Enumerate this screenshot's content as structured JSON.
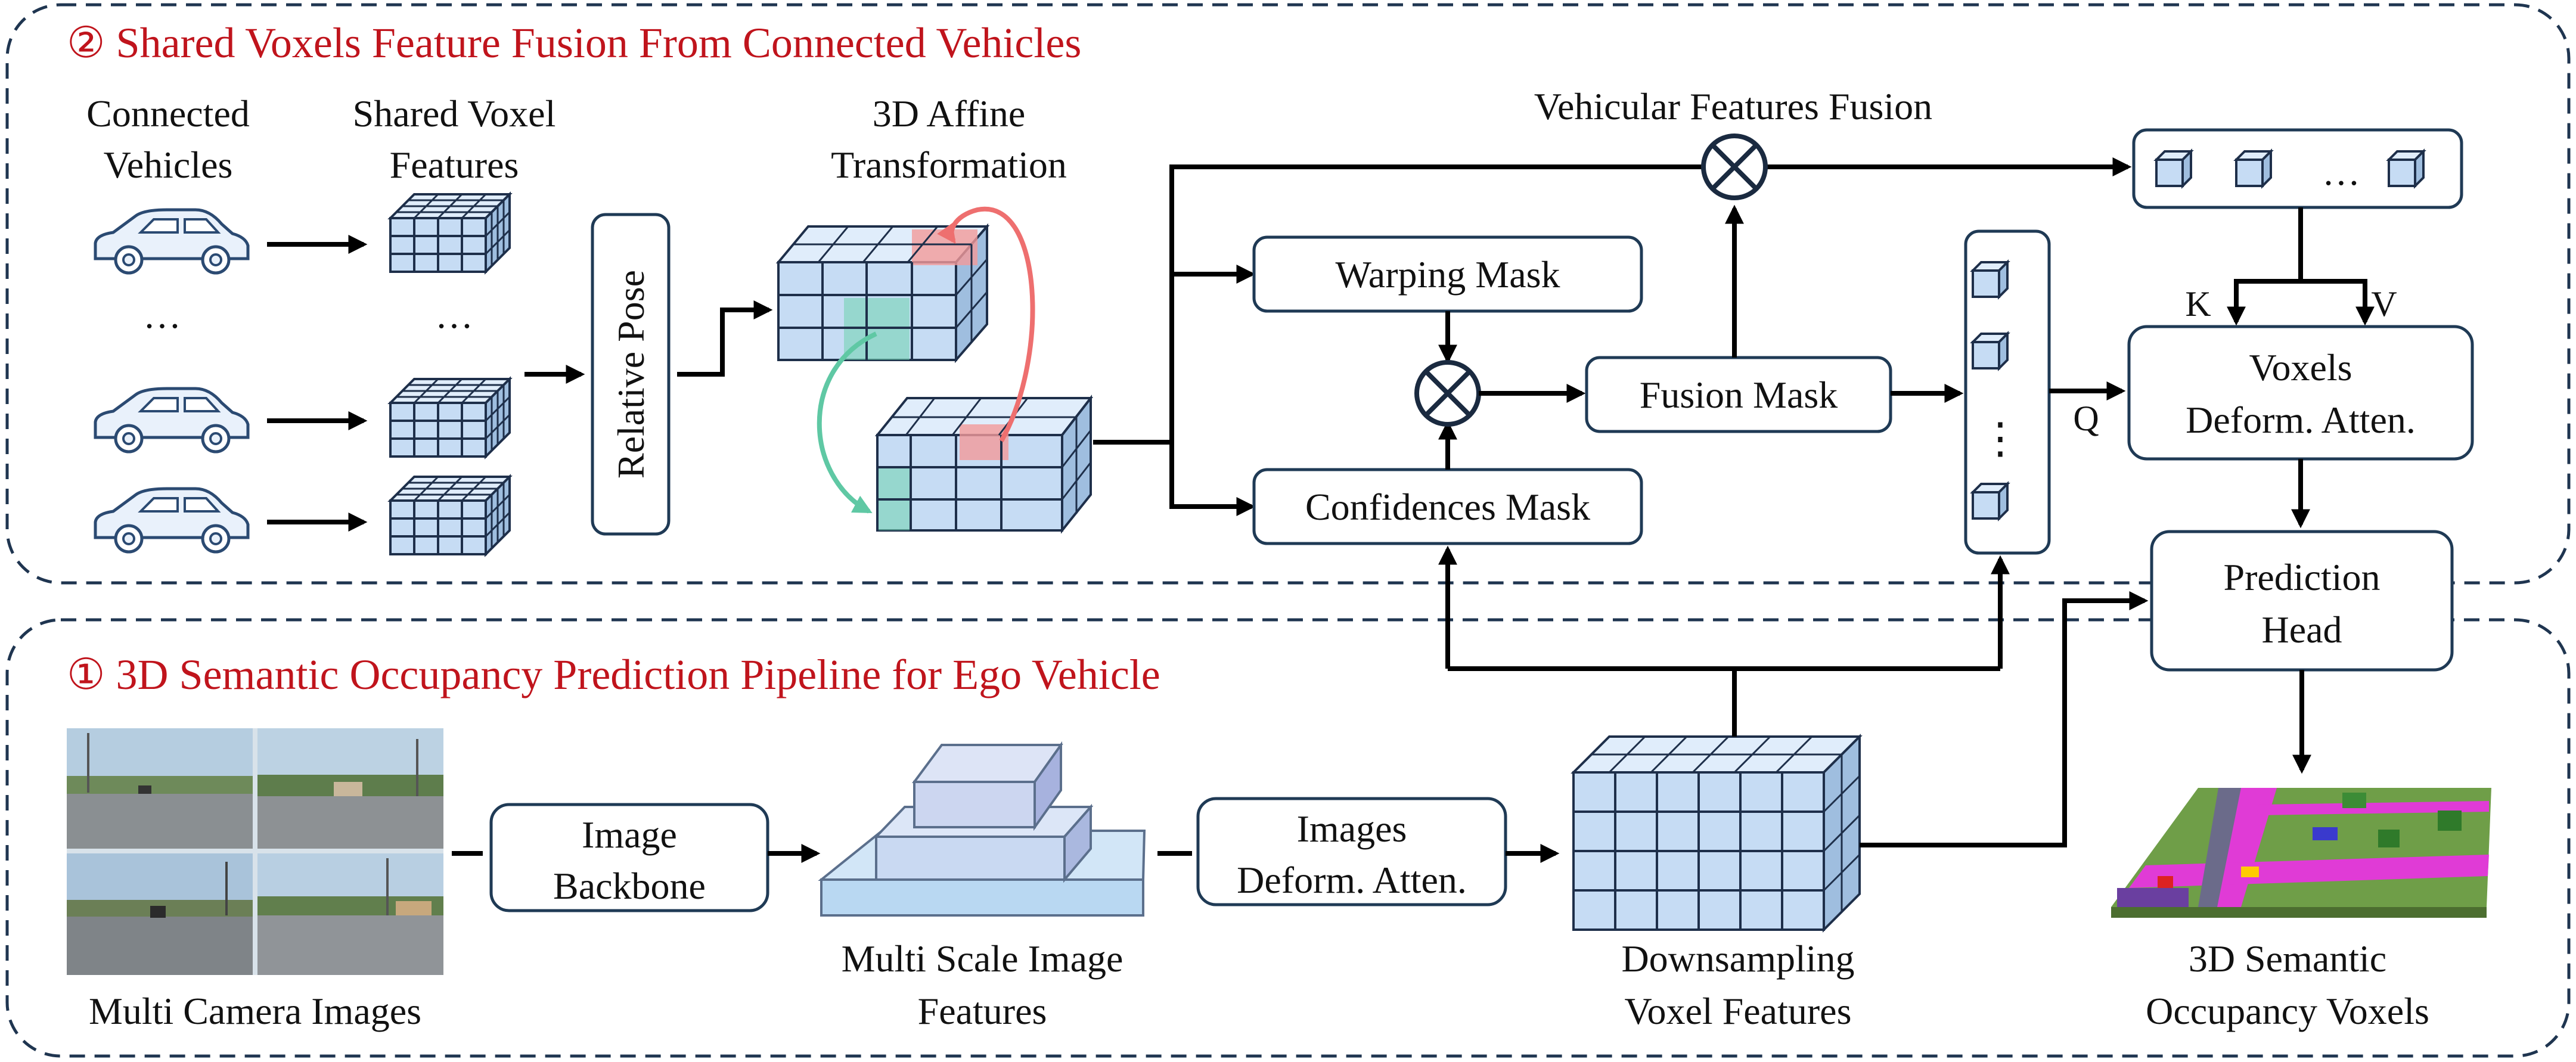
{
  "section2": {
    "title": "② Shared Voxels Feature Fusion From Connected Vehicles"
  },
  "section1": {
    "title": "① 3D Semantic Occupancy Prediction Pipeline for Ego Vehicle"
  },
  "labels": {
    "connected_vehicles_1": "Connected",
    "connected_vehicles_2": "Vehicles",
    "shared_voxel_1": "Shared Voxel",
    "shared_voxel_2": "Features",
    "affine_1": "3D Affine",
    "affine_2": "Transformation",
    "vehicular_fusion": "Vehicular Features Fusion",
    "relative_pose": "Relative Pose",
    "warping_mask": "Warping  Mask",
    "fusion_mask": "Fusion Mask",
    "confidences_mask": "Confidences Mask",
    "voxels_attn_1": "Voxels",
    "voxels_attn_2": "Deform. Atten.",
    "prediction_head_1": "Prediction",
    "prediction_head_2": "Head",
    "image_backbone_1": "Image",
    "image_backbone_2": "Backbone",
    "images_attn_1": "Images",
    "images_attn_2": "Deform. Atten.",
    "multi_camera": "Multi Camera Images",
    "multi_scale_1": "Multi Scale Image",
    "multi_scale_2": "Features",
    "downsampling_1": "Downsampling",
    "downsampling_2": "Voxel Features",
    "occupancy_1": "3D Semantic",
    "occupancy_2": "Occupancy Voxels",
    "k": "K",
    "v": "V",
    "q": "Q",
    "ellipsis": "…",
    "vdots": "⋮",
    "otimes": "⊗"
  },
  "colors": {
    "title": "#c0141c",
    "box_stroke": "#1f3a55",
    "cube_fill": "#c6dcf4",
    "warp_arrow_red": "#ee6f6f",
    "warp_arrow_teal": "#5fc8a4",
    "road_magenta": "#e03bd6",
    "grass_green": "#6f9e48"
  }
}
